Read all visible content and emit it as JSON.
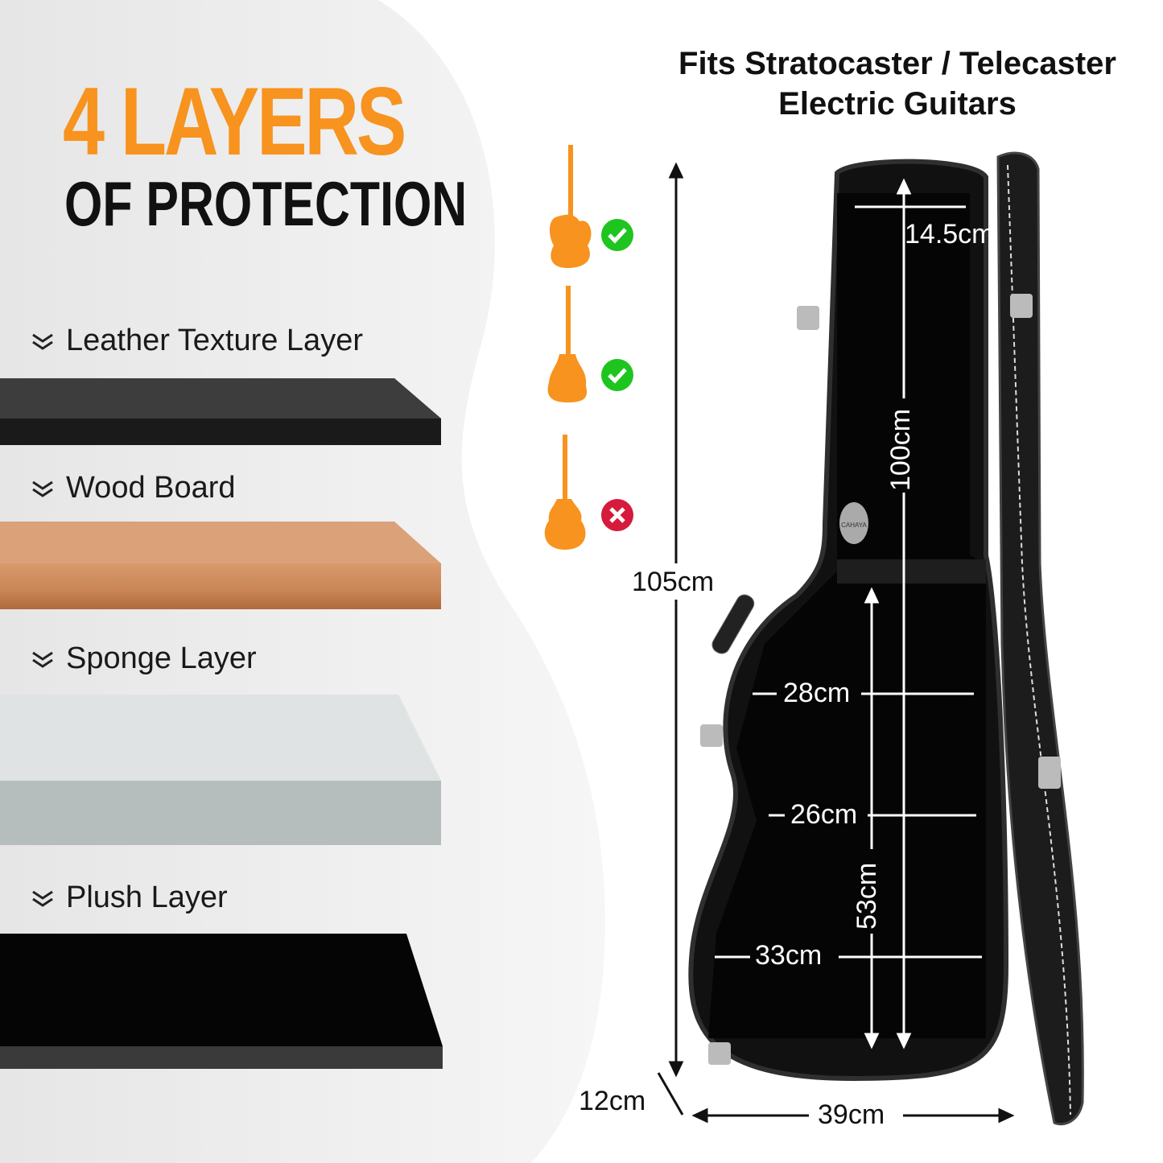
{
  "headline": {
    "line1": "4 LAYERS",
    "line2": "OF PROTECTION",
    "accent_color": "#f7931e"
  },
  "layers": [
    {
      "label": "Leather Texture Layer",
      "icon": "chevron-double-down-icon"
    },
    {
      "label": "Wood Board",
      "icon": "chevron-double-down-icon"
    },
    {
      "label": "Sponge Layer",
      "icon": "chevron-double-down-icon"
    },
    {
      "label": "Plush Layer",
      "icon": "chevron-double-down-icon"
    }
  ],
  "fit": {
    "title_line1": "Fits Stratocaster / Telecaster",
    "title_line2": "Electric Guitars",
    "guitars": [
      {
        "type": "stratocaster-icon",
        "status": "check-icon",
        "color": "#1ec51e"
      },
      {
        "type": "telecaster-icon",
        "status": "check-icon",
        "color": "#1ec51e"
      },
      {
        "type": "les-paul-icon",
        "status": "cross-icon",
        "color": "#d61a3c"
      }
    ]
  },
  "dimensions": {
    "total_length": "105cm",
    "inner_length": "100cm",
    "head_width": "14.5cm",
    "upper_width": "28cm",
    "waist_width": "26cm",
    "body_length": "53cm",
    "lower_width": "33cm",
    "depth": "12cm",
    "outer_width": "39cm"
  },
  "brand_badge": "CAHAYA"
}
